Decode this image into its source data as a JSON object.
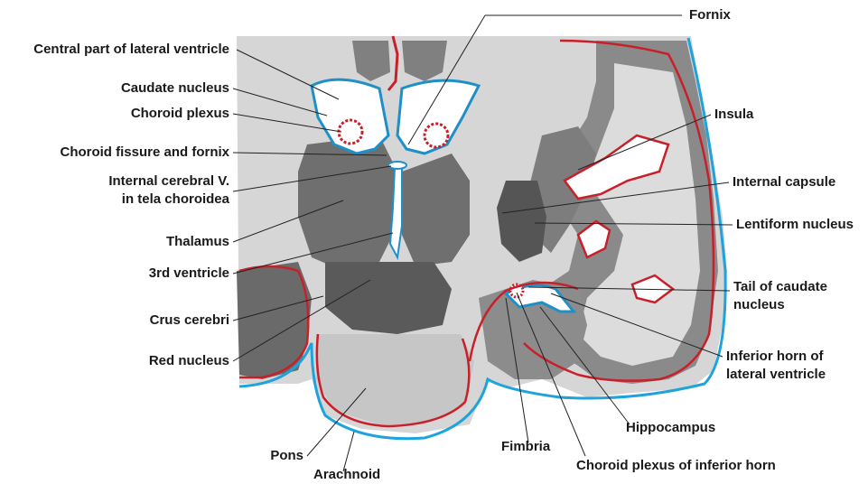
{
  "labels": {
    "fornix": "Fornix",
    "central_part_lateral_ventricle": "Central part of lateral ventricle",
    "caudate_nucleus": "Caudate nucleus",
    "choroid_plexus": "Choroid plexus",
    "choroid_fissure_fornix": "Choroid fissure and fornix",
    "internal_cerebral_v_line1": "Internal cerebral V.",
    "internal_cerebral_v_line2": "in tela choroidea",
    "thalamus": "Thalamus",
    "third_ventricle": "3rd ventricle",
    "crus_cerebri": "Crus cerebri",
    "red_nucleus": "Red nucleus",
    "pons": "Pons",
    "arachnoid": "Arachnoid",
    "insula": "Insula",
    "internal_capsule": "Internal capsule",
    "lentiform_nucleus": "Lentiform nucleus",
    "tail_caudate_line1": "Tail of caudate",
    "tail_caudate_line2": "nucleus",
    "inferior_horn_line1": "Inferior horn of",
    "inferior_horn_line2": "lateral ventricle",
    "hippocampus": "Hippocampus",
    "fimbria": "Fimbria",
    "choroid_plexus_inferior_horn": "Choroid plexus of inferior horn"
  },
  "colors": {
    "pia": "#c8202a",
    "arachnoid": "#1ea3dc",
    "ventricle_outline": "#1f8fc8",
    "background_tissue": "#cfcfcf",
    "gray_matter": "#7a7a7a",
    "dark_matter": "#4a4a4a"
  }
}
